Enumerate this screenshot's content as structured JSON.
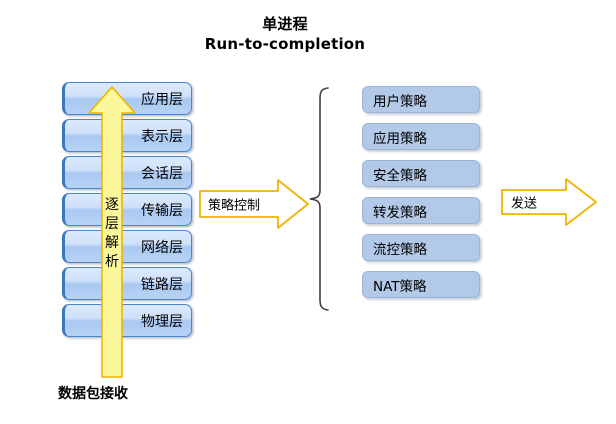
{
  "title": {
    "line1": "单进程",
    "line2": "Run-to-completion"
  },
  "osi_stack": {
    "caption": "数据包接收",
    "layers": [
      {
        "label": "应用层"
      },
      {
        "label": "表示层"
      },
      {
        "label": "会话层"
      },
      {
        "label": "传输层"
      },
      {
        "label": "网络层"
      },
      {
        "label": "链路层"
      },
      {
        "label": "物理层"
      }
    ],
    "arrow": {
      "name": "decode-arrow",
      "direction": "up",
      "chars": [
        "逐",
        "层",
        "解",
        "析"
      ],
      "text": "逐层解析"
    }
  },
  "policy_control_arrow": {
    "label": "策略控制",
    "direction": "right"
  },
  "brace": {
    "name": "left-curly-brace",
    "glyph": "{"
  },
  "policy_list": {
    "items": [
      {
        "label": "用户策略"
      },
      {
        "label": "应用策略"
      },
      {
        "label": "安全策略"
      },
      {
        "label": "转发策略"
      },
      {
        "label": "流控策略"
      },
      {
        "label": "NAT策略"
      }
    ]
  },
  "send_arrow": {
    "label": "发送",
    "direction": "right"
  },
  "colors": {
    "background": "#ffffff",
    "osi_box_fill_top": "#dceafb",
    "osi_box_fill_bottom": "#b7d2f5",
    "osi_box_border": "#4a86c8",
    "policy_box_fill": "#b2c9e8",
    "policy_box_border": "#9ab4da",
    "arrow_yellow_fill": "#fdf79c",
    "arrow_gold_border": "#f0b400",
    "white_arrow_fill": "#ffffff",
    "brace_stroke": "#3f3f3f",
    "text": "#000000"
  }
}
